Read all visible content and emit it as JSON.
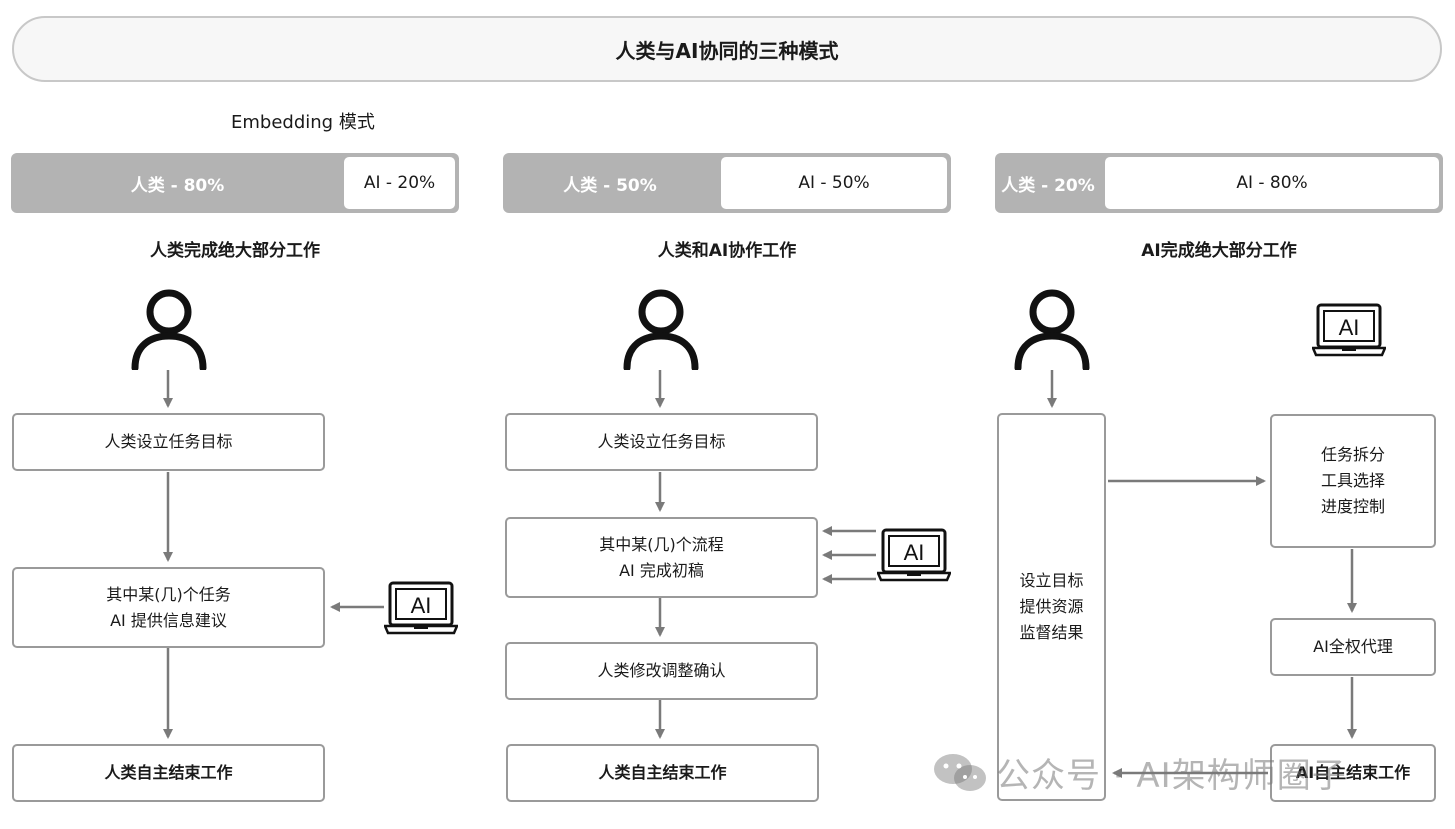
{
  "title": "人类与AI协同的三种模式",
  "embedding_label": "Embedding 模式",
  "columns": [
    {
      "bar_human": "人类 - 80%",
      "bar_ai": "AI - 20%",
      "caption": "人类完成绝大部分工作",
      "step1": "人类设立任务目标",
      "step2_line1": "其中某(几)个任务",
      "step2_line2": "AI 提供信息建议",
      "final": "人类自主结束工作"
    },
    {
      "bar_human": "人类 - 50%",
      "bar_ai": "AI - 50%",
      "caption": "人类和AI协作工作",
      "step1": "人类设立任务目标",
      "step2_line1": "其中某(几)个流程",
      "step2_line2": "AI 完成初稿",
      "step3": "人类修改调整确认",
      "final": "人类自主结束工作"
    },
    {
      "bar_human": "人类 - 20%",
      "bar_ai": "AI - 80%",
      "caption": "AI完成绝大部分工作",
      "human_box_line1": "设立目标",
      "human_box_line2": "提供资源",
      "human_box_line3": "监督结果",
      "ai_box_line1": "任务拆分",
      "ai_box_line2": "工具选择",
      "ai_box_line3": "进度控制",
      "ai_proxy": "AI全权代理",
      "final": "AI自主结束工作"
    }
  ],
  "ai_icon_label": "AI",
  "watermark": "公众号 · AI架构师圈子",
  "colors": {
    "bar_gray": "#b3b3b3",
    "box_border": "#9a9a9a",
    "arrow": "#7a7a7a"
  }
}
